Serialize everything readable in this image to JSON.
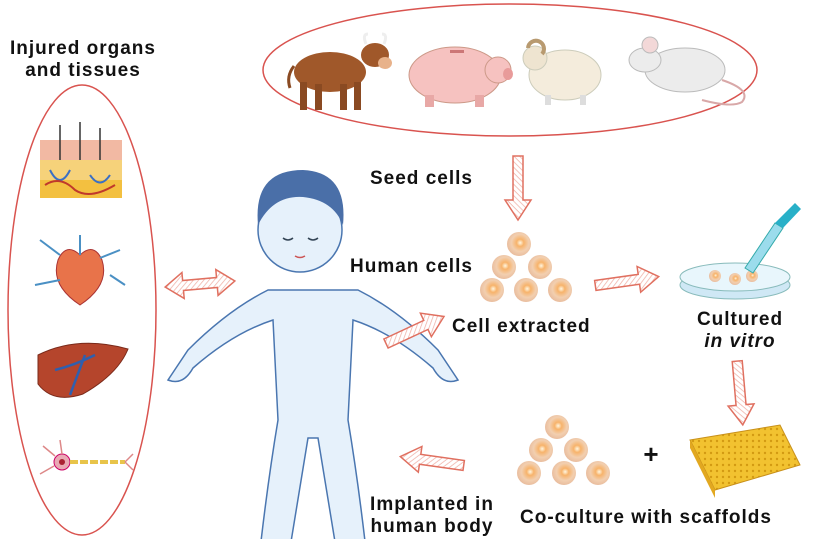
{
  "labels": {
    "injured": [
      "Injured organs",
      "and tissues"
    ],
    "seed_cells": "Seed cells",
    "human_cells": "Human cells",
    "cell_extracted": "Cell extracted",
    "cultured": [
      "Cultured",
      "in vitro"
    ],
    "plus": "+",
    "implanted": [
      "Implanted in",
      "human body"
    ],
    "coculture": "Co-culture with scaffolds"
  },
  "colors": {
    "arrow": "#e07060",
    "ellipse": "#d9534f",
    "outline": "#4a76b0",
    "cell": "#f3c9a3"
  },
  "animals": [
    "cow",
    "pig",
    "sheep",
    "mouse"
  ],
  "organs": [
    "skin",
    "heart",
    "liver",
    "neuron"
  ]
}
